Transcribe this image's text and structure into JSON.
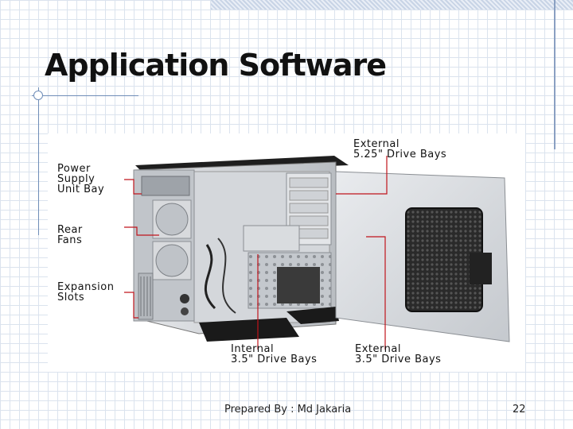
{
  "slide": {
    "title": "Application Software",
    "footer": "Prepared By : Md Jakaria",
    "page_number": "22"
  },
  "figure": {
    "labels": {
      "power_supply": [
        "Power",
        "Supply",
        "Unit Bay"
      ],
      "rear_fans": [
        "Rear",
        "Fans"
      ],
      "expansion_slots": [
        "Expansion",
        "Slots"
      ],
      "external_525": [
        "External",
        "5.25\" Drive Bays"
      ],
      "internal_35": [
        "Internal",
        "3.5\" Drive Bays"
      ],
      "external_35": [
        "External",
        "3.5\" Drive Bays"
      ]
    }
  },
  "colors": {
    "accent_line": "#6f8db8",
    "callout": "#c0141c",
    "case_metal": "#c9ccd1"
  }
}
